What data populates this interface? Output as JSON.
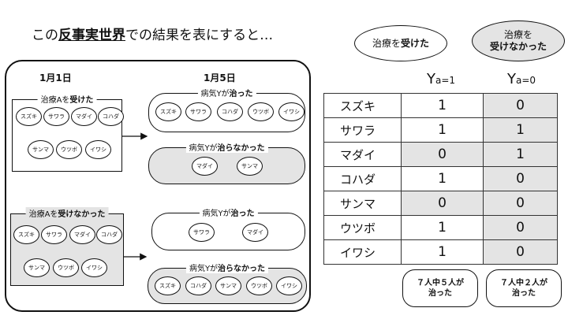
{
  "headline": {
    "pre": "この",
    "emph": "反事実世界",
    "post": "での結果を表にすると…"
  },
  "diagram": {
    "day1_label": "1月1日",
    "day5_label": "1月5日",
    "treated_group": {
      "label_plain": "治療Aを",
      "label_bold": "受けた",
      "members": [
        "スズキ",
        "サワラ",
        "マダイ",
        "コハダ",
        "サンマ",
        "ウツボ",
        "イワシ"
      ]
    },
    "untreated_group": {
      "label_plain": "治療Aを",
      "label_bold": "受けなかった",
      "members": [
        "スズキ",
        "サワラ",
        "マダイ",
        "コハダ",
        "サンマ",
        "ウツボ",
        "イワシ"
      ]
    },
    "treated_cured": {
      "label_plain": "病気Yが",
      "label_bold": "治った",
      "members": [
        "スズキ",
        "サワラ",
        "コハダ",
        "ウツボ",
        "イワシ"
      ]
    },
    "treated_not_cured": {
      "label_plain": "病気Yが",
      "label_bold": "治らなかった",
      "members": [
        "マダイ",
        "サンマ"
      ]
    },
    "untreated_cured": {
      "label_plain": "病気Yが",
      "label_bold": "治った",
      "members": [
        "サワラ",
        "マダイ"
      ]
    },
    "untreated_not_cured": {
      "label_plain": "病気Yが",
      "label_bold": "治らなかった",
      "members": [
        "スズキ",
        "コハダ",
        "サンマ",
        "ウツボ",
        "イワシ"
      ]
    }
  },
  "bubbles": {
    "treated": {
      "plain": "治療を",
      "bold": "受けた"
    },
    "untreated": {
      "line1": "治療を",
      "line2": "受けなかった"
    }
  },
  "columns": {
    "y1_main": "Y",
    "y1_sup": "a=1",
    "y0_main": "Y",
    "y0_sup": "a=0"
  },
  "table": {
    "rows": [
      {
        "name": "スズキ",
        "y1": "1",
        "y0": "0"
      },
      {
        "name": "サワラ",
        "y1": "1",
        "y0": "1"
      },
      {
        "name": "マダイ",
        "y1": "0",
        "y0": "1"
      },
      {
        "name": "コハダ",
        "y1": "1",
        "y0": "0"
      },
      {
        "name": "サンマ",
        "y1": "0",
        "y0": "0"
      },
      {
        "name": "ウツボ",
        "y1": "1",
        "y0": "0"
      },
      {
        "name": "イワシ",
        "y1": "1",
        "y0": "0"
      }
    ]
  },
  "summaries": {
    "treated": {
      "line1": "７人中５人が",
      "line2": "治った"
    },
    "untreated": {
      "line1": "７人中２人が",
      "line2": "治った"
    }
  },
  "colors": {
    "gray_fill": "#e4e4e4",
    "stroke": "#111111"
  }
}
